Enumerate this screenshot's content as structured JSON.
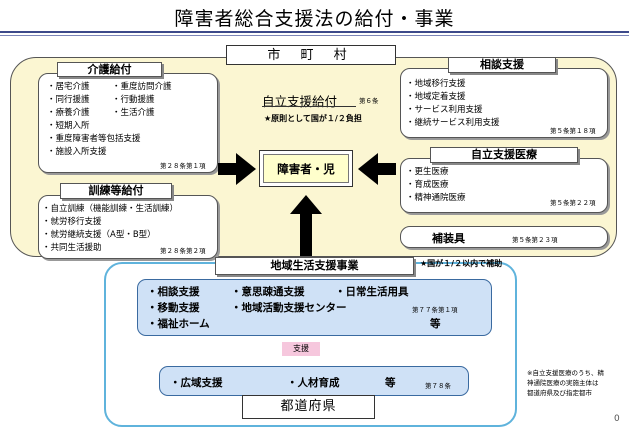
{
  "title": "障害者総合支援法の給付・事業",
  "city_label": "市 町 村",
  "jiritsu": {
    "label": "自立支援給付",
    "ref": "第６条",
    "note": "★原則として国が１/２負担"
  },
  "center": "障害者・児",
  "kaigo": {
    "title": "介護給付",
    "col1": [
      "・居宅介護",
      "・同行援護",
      "・療養介護",
      "・短期入所",
      "・重度障害者等包括支援",
      "・施設入所支援"
    ],
    "col2": [
      "・重度訪問介護",
      "・行動援護",
      "・生活介護"
    ],
    "ref": "第２８条第１項"
  },
  "kunren": {
    "title": "訓練等給付",
    "items": [
      "・自立訓練（機能訓練・生活訓練）",
      "・就労移行支援",
      "・就労継続支援（A型・B型）",
      "・共同生活援助"
    ],
    "ref": "第２８条第２項"
  },
  "soudan": {
    "title": "相談支援",
    "items": [
      "・地域移行支援",
      "・地域定着支援",
      "・サービス利用支援",
      "・継続サービス利用支援"
    ],
    "ref": "第５条第１８項"
  },
  "iryou": {
    "title": "自立支援医療",
    "items": [
      "・更生医療",
      "・育成医療",
      "・精神通院医療"
    ],
    "ref": "第５条第２２項"
  },
  "hosougu": {
    "title": "補装具",
    "ref": "第５条第２３項"
  },
  "chiiki": {
    "title": "地域生活支援事業",
    "note": "★国が１/２以内で補助",
    "row1": [
      "・相談支援",
      "・意思疎通支援",
      "・日常生活用具"
    ],
    "row2": [
      "・移動支援",
      "・地域活動支援センター"
    ],
    "row3": "・福祉ホーム",
    "etc": "等",
    "ref": "第７７条第１項"
  },
  "shien": "支援",
  "pref": {
    "items": [
      "・広域支援",
      "・人材育成"
    ],
    "etc": "等",
    "ref": "第７８条",
    "label": "都道府県"
  },
  "footnote": [
    "※自立支援医療のうち、精",
    "神通院医療の実施主体は",
    "都道府県及び指定都市"
  ],
  "page_number": "0",
  "colors": {
    "city_fill": "#fbf6d2",
    "service_fill": "#cfe1f6",
    "pref_border": "#5fb3dc",
    "center_fill": "#ffffcc",
    "shien_fill": "#f6c7dd"
  }
}
